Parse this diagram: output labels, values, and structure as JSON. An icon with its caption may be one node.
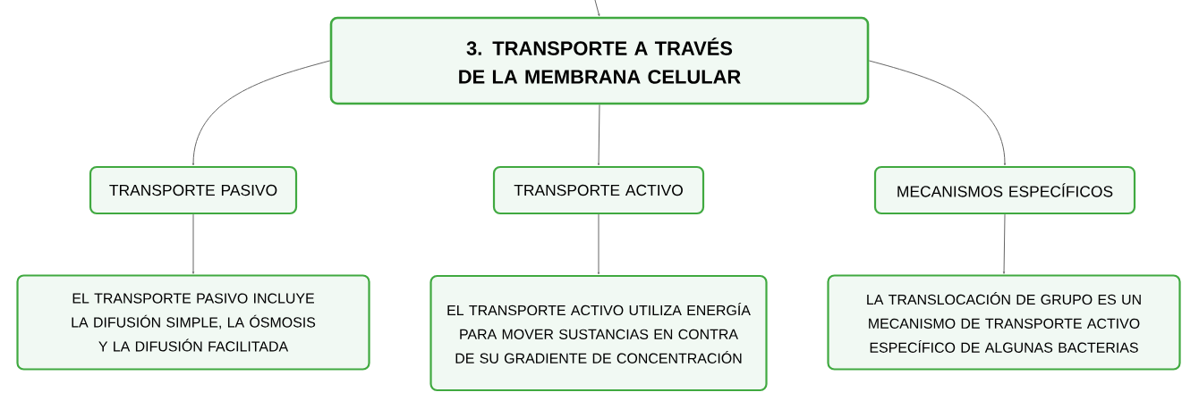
{
  "diagram": {
    "nodes": [
      {
        "text": [
          "3. TRANSPORTE A TRAVÉS DE LA MEMBRANA CELULAR"
        ]
      },
      {
        "text": [
          "TRANSPORTE PASIVO"
        ]
      },
      {
        "text": [
          "TRANSPORTE ACTIVO"
        ]
      },
      {
        "text": [
          "MECANISMOS ESPECÍFICOS"
        ]
      },
      {
        "text": [
          "EL TRANSPORTE PASIVO INCLUYE LA DIFUSIÓN SIMPLE, LA ÓSMOSIS Y LA DIFUSIÓN FACILITADA"
        ]
      },
      {
        "text": [
          "EL TRANSPORTE ACTIVO UTILIZA ENERGÍA PARA MOVER SUSTANCIAS EN CONTRA DE SU GRADIENTE DE CONCENTRACIÓN"
        ]
      },
      {
        "text": [
          "LA TRANSLOCACIÓN DE GRUPO ES UN MECANISMO DE TRANSPORTE ACTIVO ESPECÍFICO DE ALGUNAS BACTERIAS"
        ]
      }
    ],
    "edges": [
      {
        "from": null,
        "to": 0,
        "arrow": "to"
      },
      {
        "from": 0,
        "to": 1,
        "arrow": "to"
      },
      {
        "from": 0,
        "to": 2,
        "arrow": "to"
      },
      {
        "from": 0,
        "to": 3,
        "arrow": "to"
      },
      {
        "from": 1,
        "to": 4,
        "arrow": "to"
      },
      {
        "from": 2,
        "to": 5,
        "arrow": "to"
      },
      {
        "from": 3,
        "to": 6,
        "arrow": "to"
      }
    ]
  }
}
